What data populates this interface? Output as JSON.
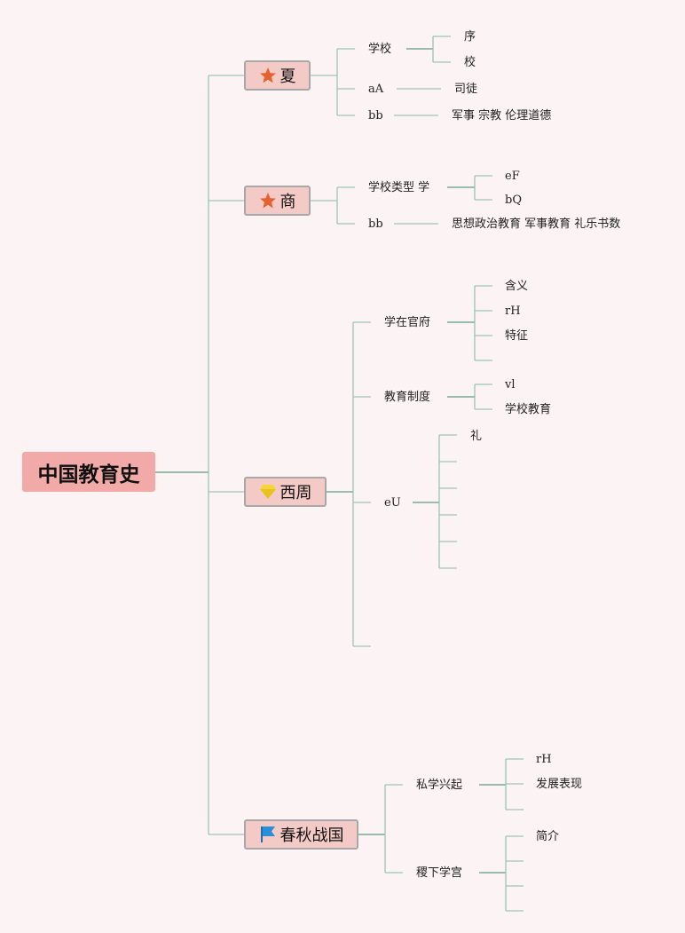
{
  "root": {
    "title": "中国教育史"
  },
  "branches": [
    {
      "icon": "star-icon",
      "label": "夏",
      "children": [
        {
          "label": "学校",
          "children": [
            "序",
            "校"
          ]
        },
        {
          "label": "aA",
          "children": [
            "司徒"
          ]
        },
        {
          "label": "bb",
          "children": [
            "军事 宗教 伦理道德"
          ]
        }
      ]
    },
    {
      "icon": "star-icon",
      "label": "商",
      "children": [
        {
          "label": "学校类型 学",
          "children": [
            "eF",
            "bQ"
          ]
        },
        {
          "label": "bb",
          "children": [
            "思想政治教育 军事教育 礼乐书数"
          ]
        }
      ]
    },
    {
      "icon": "gem-icon",
      "label": "西周",
      "children": [
        {
          "label": "学在官府",
          "children": [
            "含义",
            "rH",
            "特征",
            ""
          ]
        },
        {
          "label": "教育制度",
          "children": [
            "vl",
            "学校教育"
          ]
        },
        {
          "label": "eU",
          "children": [
            "礼",
            "",
            "",
            "",
            "",
            ""
          ]
        },
        {
          "label": "",
          "children": []
        }
      ]
    },
    {
      "icon": "flag-icon",
      "label": "春秋战国",
      "children": [
        {
          "label": "私学兴起",
          "children": [
            "rH",
            "发展表现",
            ""
          ]
        },
        {
          "label": "稷下学宫",
          "children": [
            "简介",
            "",
            "",
            ""
          ]
        }
      ]
    }
  ],
  "colors": {
    "line": "#9cc4b6",
    "line_dark": "#5f9a84",
    "root_fill": "#f2aaa8",
    "branch_fill": "#f4cac6",
    "star": "#e3622f",
    "gem": "#f4d63a",
    "flag": "#2b8fd8"
  }
}
